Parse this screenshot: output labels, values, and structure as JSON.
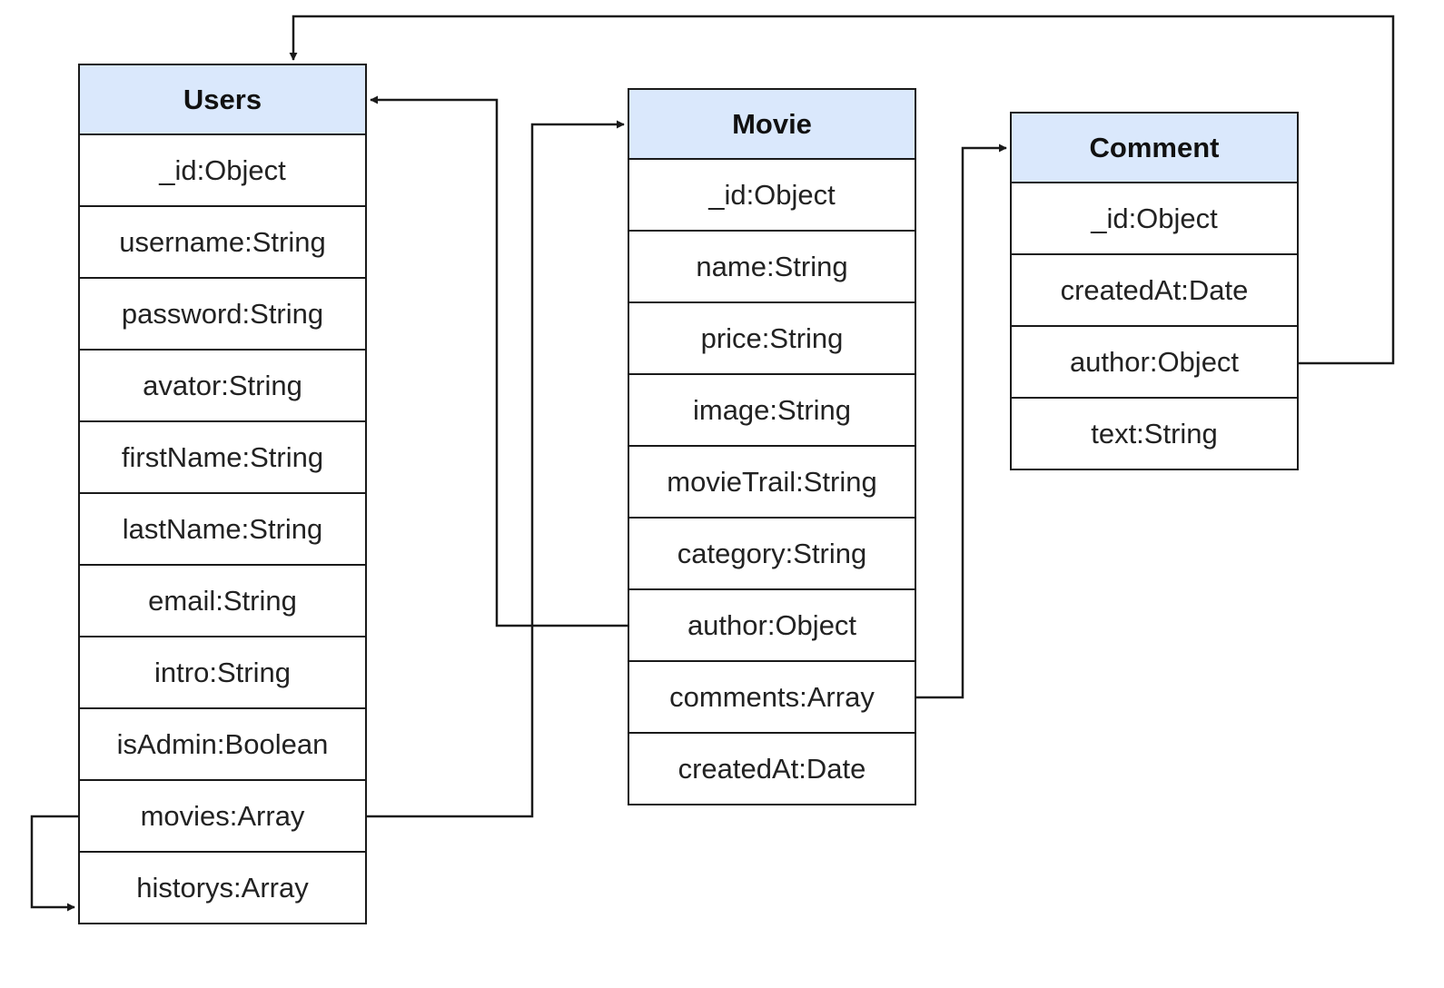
{
  "tables": [
    {
      "id": "users",
      "title": "Users",
      "fields": [
        "_id:Object",
        "username:String",
        "password:String",
        "avator:String",
        "firstName:String",
        "lastName:String",
        "email:String",
        "intro:String",
        "isAdmin:Boolean",
        "movies:Array",
        "historys:Array"
      ]
    },
    {
      "id": "movie",
      "title": "Movie",
      "fields": [
        "_id:Object",
        "name:String",
        "price:String",
        "image:String",
        "movieTrail:String",
        "category:String",
        "author:Object",
        "comments:Array",
        "createdAt:Date"
      ]
    },
    {
      "id": "comment",
      "title": "Comment",
      "fields": [
        "_id:Object",
        "createdAt:Date",
        "author:Object",
        "text:String"
      ]
    }
  ],
  "colors": {
    "header_fill": "#dae8fc",
    "border": "#1a1a1a",
    "connector": "#1a1a1a"
  }
}
